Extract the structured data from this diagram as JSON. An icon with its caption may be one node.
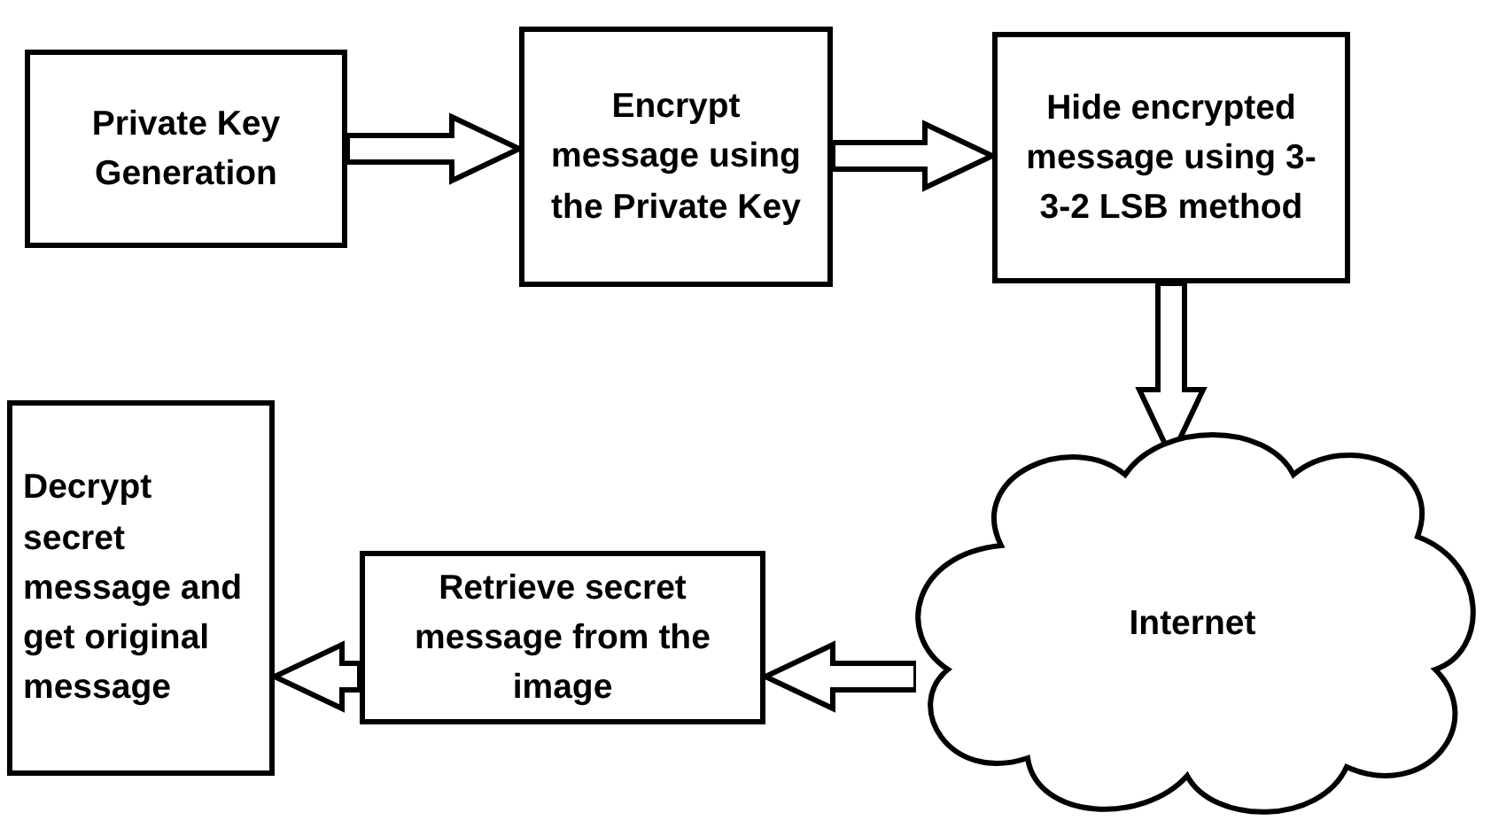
{
  "diagram": {
    "nodes": [
      {
        "text": [
          "Private Key Generation"
        ]
      },
      {
        "text": [
          "Encrypt message using the Private Key"
        ]
      },
      {
        "text": [
          "Hide encrypted message using 3-3-2 LSB method"
        ]
      },
      {
        "text": [
          "Decrypt secret message and get original message"
        ]
      },
      {
        "text": [
          "Retrieve secret message from the image"
        ]
      },
      {
        "text": [
          "Internet"
        ]
      }
    ],
    "edges": [
      {
        "from": 0,
        "to": 1,
        "arrow": "to"
      },
      {
        "from": 1,
        "to": 2,
        "arrow": "to"
      },
      {
        "from": 2,
        "to": 5,
        "arrow": "to"
      },
      {
        "from": 5,
        "to": 4,
        "arrow": "to"
      },
      {
        "from": 4,
        "to": 3,
        "arrow": "to"
      }
    ]
  }
}
